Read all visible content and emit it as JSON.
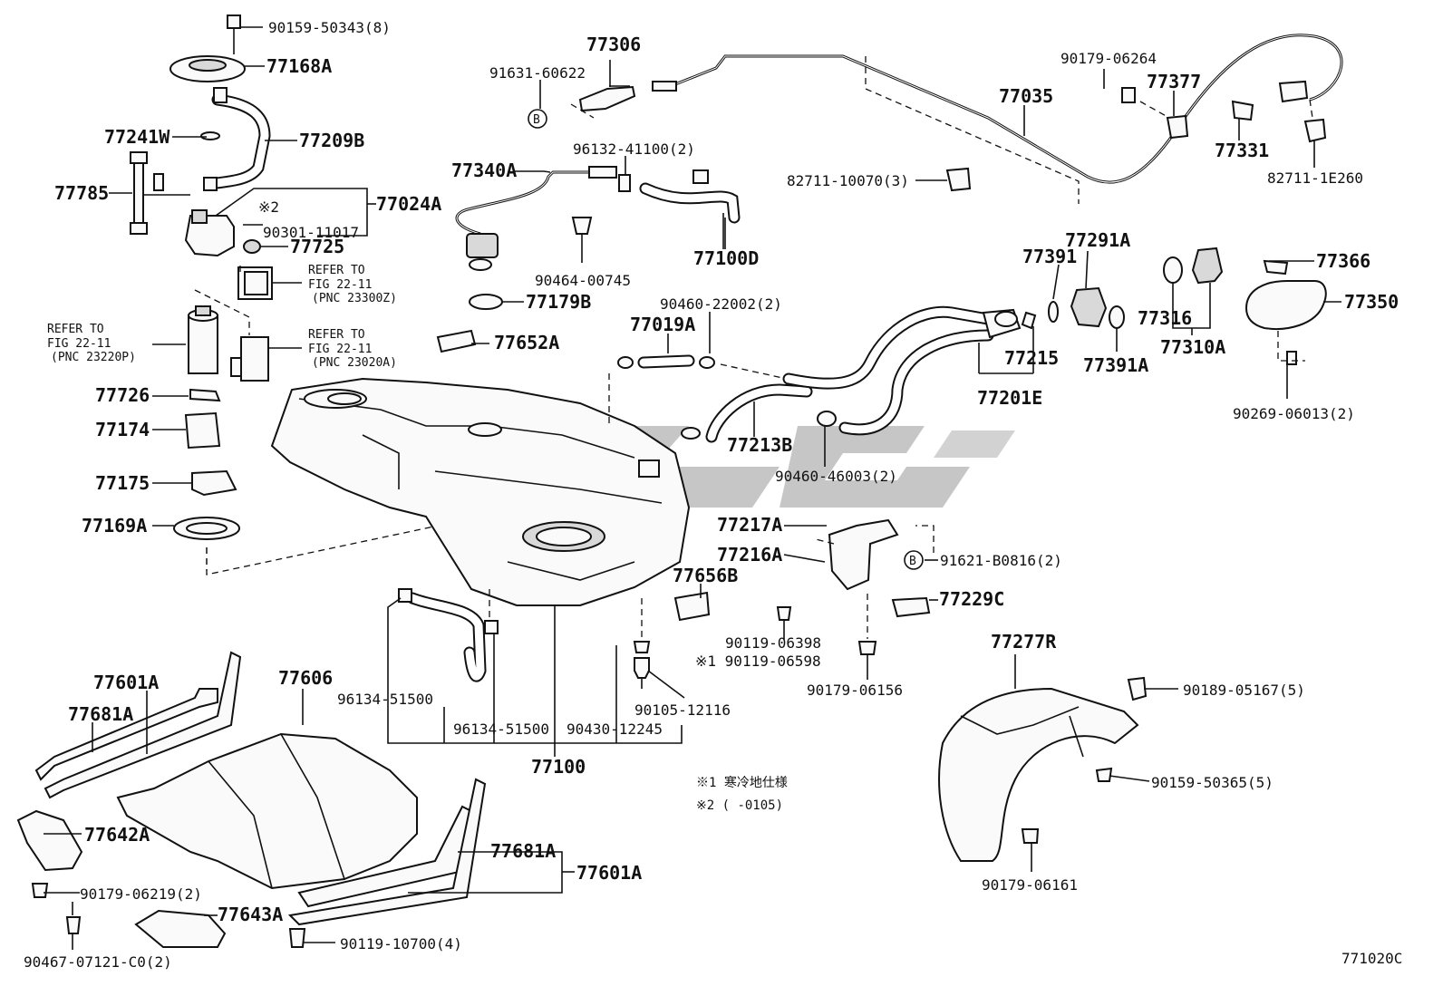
{
  "diagram_code": "771020C",
  "watermark": "ZZG",
  "notes": [
    "※1 寒冷地仕様",
    "※2 (  -0105)"
  ],
  "callout_b": "B",
  "labels": {
    "l01": "90159-50343(8)",
    "l02": "77168A",
    "l03": "77241W",
    "l04": "77209B",
    "l05": "77785",
    "l06": "※2",
    "l07": "77024A",
    "l08": "90301-11017",
    "l09": "77725",
    "l10": "77726",
    "l11": "77174",
    "l12": "77175",
    "l13": "77169A",
    "l14": "77306",
    "l15": "91631-60622",
    "l16": "77035",
    "l17": "90179-06264",
    "l18": "77377",
    "l19": "77331",
    "l20": "82711-10070(3)",
    "l21": "82711-1E260",
    "l22": "96132-41100(2)",
    "l23": "77340A",
    "l24": "90464-00745",
    "l25": "77100D",
    "l26": "77179B",
    "l27": "77652A",
    "l28": "90460-22002(2)",
    "l29": "77019A",
    "l30": "77391",
    "l31": "77291A",
    "l32": "77366",
    "l33": "77350",
    "l34": "77215",
    "l35": "77201E",
    "l36": "77391A",
    "l37": "77316",
    "l38": "77310A",
    "l39": "90269-06013(2)",
    "l40": "77213B",
    "l41": "90460-46003(2)",
    "l42": "77217A",
    "l43": "77216A",
    "l44": "91621-B0816(2)",
    "l45": "77656B",
    "l46": "77229C",
    "l47": "90119-06398",
    "l48": "※1 90119-06598",
    "l49": "90179-06156",
    "l50": "77601A",
    "l51": "77681A",
    "l52": "77606",
    "l53": "96134-51500",
    "l54": "96134-51500",
    "l55": "90430-12245",
    "l56": "90105-12116",
    "l57": "77100",
    "l58": "77642A",
    "l59": "90179-06219(2)",
    "l60": "77643A",
    "l61": "90467-07121-C0(2)",
    "l62": "90119-10700(4)",
    "l63": "77681A",
    "l64": "77601A",
    "l65": "77277R",
    "l66": "90189-05167(5)",
    "l67": "90159-50365(5)",
    "l68": "90179-06161"
  },
  "refs": {
    "r1a": "REFER TO",
    "r1b": "FIG 22-11",
    "r1c": "(PNC 23300Z)",
    "r2a": "REFER TO",
    "r2b": "FIG 22-11",
    "r2c": "(PNC 23220P)",
    "r3a": "REFER TO",
    "r3b": "FIG 22-11",
    "r3c": "(PNC 23020A)"
  }
}
